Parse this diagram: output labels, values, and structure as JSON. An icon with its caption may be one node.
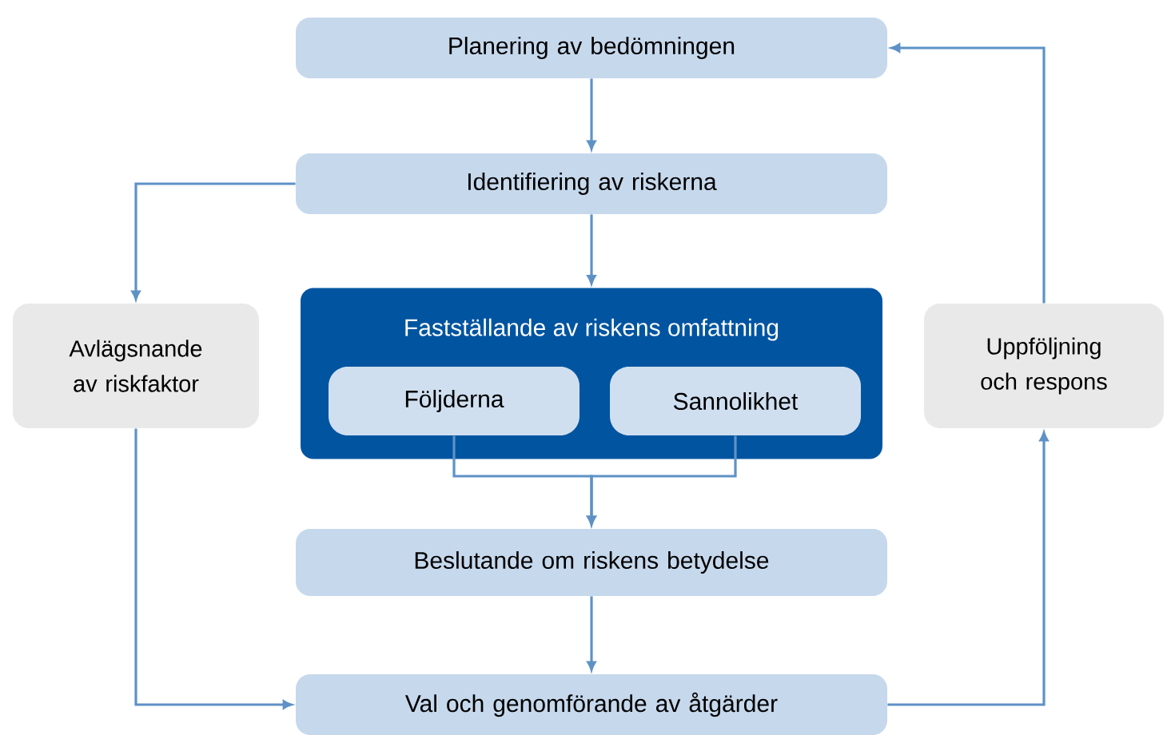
{
  "diagram": {
    "nodes": [
      {
        "text": [
          "Planering av bedömningen"
        ]
      },
      {
        "text": [
          "Identifiering av riskerna"
        ]
      },
      {
        "text": [
          "Fastställande av riskens omfattning"
        ]
      },
      {
        "text": [
          "Följderna"
        ],
        "in": 2
      },
      {
        "text": [
          "Sannolikhet"
        ],
        "in": 2
      },
      {
        "text": [
          "Beslutande om riskens betydelse"
        ]
      },
      {
        "text": [
          "Val och genomförande av åtgärder"
        ]
      },
      {
        "text": [
          "Avlägsnande av riskfaktor"
        ]
      },
      {
        "text": [
          "Uppföljning och respons"
        ]
      }
    ],
    "edges": [
      {
        "from": 0,
        "to": 1,
        "arrow": "to"
      },
      {
        "from": 1,
        "to": 2,
        "arrow": "to"
      },
      {
        "from": 3,
        "to": 5,
        "arrow": "to"
      },
      {
        "from": 4,
        "to": 5,
        "arrow": "to"
      },
      {
        "from": 5,
        "to": 6,
        "arrow": "to"
      },
      {
        "from": 1,
        "to": 7,
        "arrow": "to"
      },
      {
        "from": 7,
        "to": 6,
        "arrow": "to"
      },
      {
        "from": 6,
        "to": 8,
        "arrow": "to"
      },
      {
        "from": 8,
        "to": 0,
        "arrow": "to"
      }
    ]
  }
}
